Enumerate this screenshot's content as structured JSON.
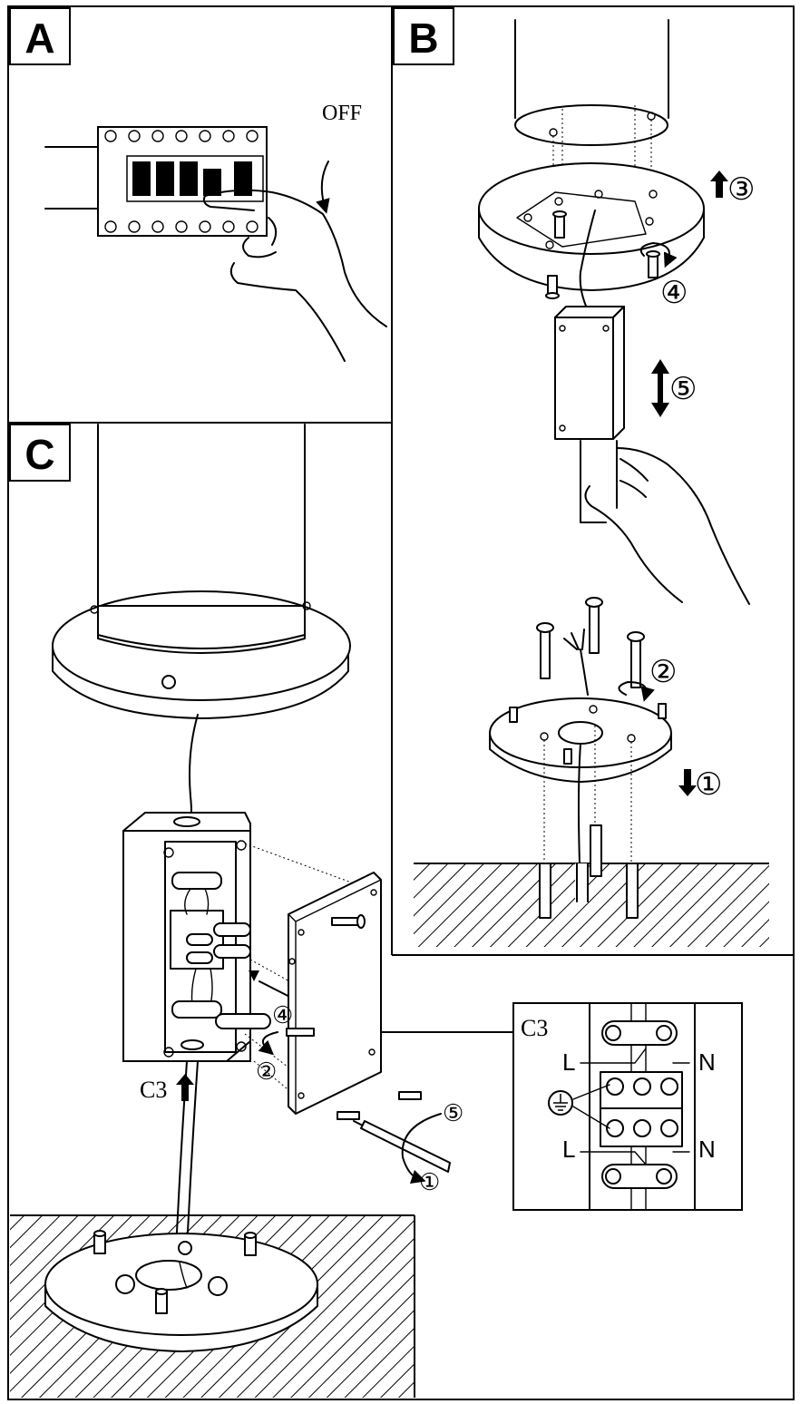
{
  "panels": {
    "a": {
      "letter": "A",
      "off_label": "OFF"
    },
    "b": {
      "letter": "B",
      "steps": [
        "③",
        "④",
        "⑤",
        "②",
        "①"
      ]
    },
    "c": {
      "letter": "C",
      "steps": [
        "④",
        "②",
        "⑤",
        "①"
      ],
      "callout_ref": "C3",
      "detail": {
        "ref": "C3",
        "live_top": "L",
        "neutral_top": "N",
        "live_bottom": "L",
        "neutral_bottom": "N"
      }
    }
  },
  "icons": [
    "earth-ground-icon",
    "arrow-up-icon",
    "arrow-down-icon",
    "double-arrow-icon",
    "rotate-arrow-icon"
  ],
  "colors": {
    "line": "#000000",
    "background": "#ffffff"
  }
}
